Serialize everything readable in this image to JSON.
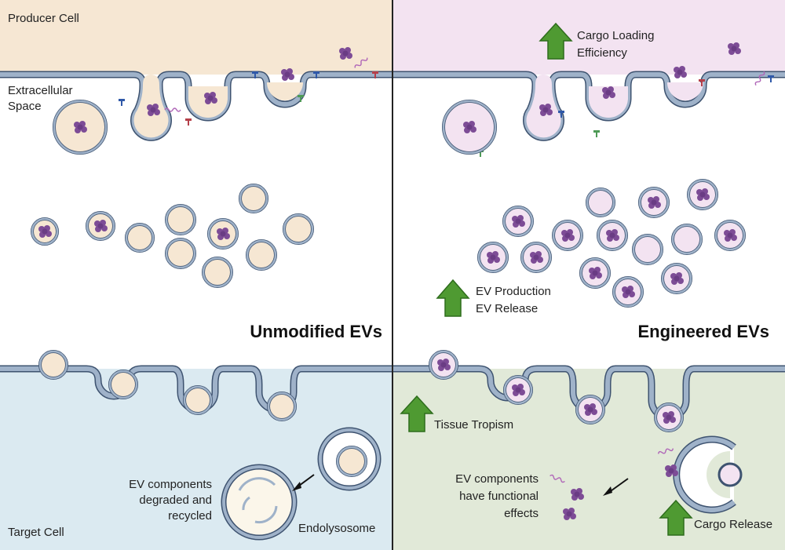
{
  "labels": {
    "producer_cell": "Producer Cell",
    "extracellular_line1": "Extracellular",
    "extracellular_line2": "Space",
    "target_cell": "Target Cell",
    "endolysosome": "Endolysosome",
    "degraded_line1": "EV components",
    "degraded_line2": "degraded and",
    "degraded_line3": "recycled",
    "unmodified_title": "Unmodified EVs",
    "engineered_title": "Engineered EVs",
    "cargo_loading_line1": "Cargo Loading",
    "cargo_loading_line2": "Efficiency",
    "ev_production": "EV Production",
    "ev_release": "EV Release",
    "tissue_tropism": "Tissue Tropism",
    "functional_line1": "EV components",
    "functional_line2": "have functional",
    "functional_line3": "effects",
    "cargo_release": "Cargo Release"
  },
  "colors": {
    "producer_unmod_bg": "#f6e7d3",
    "producer_eng_bg": "#f3e3f1",
    "target_unmod_bg": "#dbeaf1",
    "target_eng_bg": "#e1e9d8",
    "membrane": "#9fb2c9",
    "membrane_edge": "#3e5370",
    "ev_unmod_fill": "#f6e7d3",
    "ev_eng_fill": "#f3e3f1",
    "cargo_purple": "#7d4c96",
    "arrow_green": "#4f9a32",
    "divider": "#222222"
  }
}
